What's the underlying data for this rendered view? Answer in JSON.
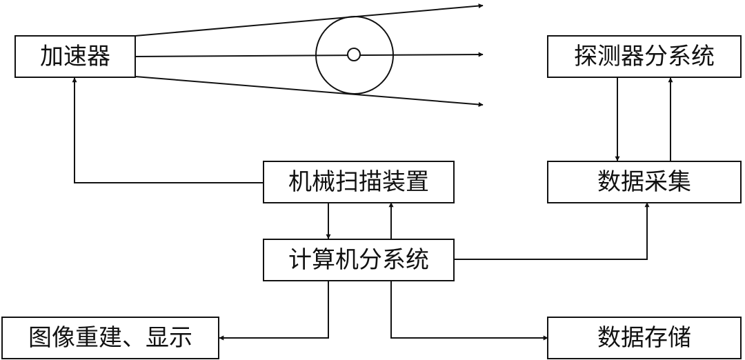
{
  "blocks": {
    "accelerator": "加速器",
    "detector_subsystem": "探测器分系统",
    "mechanical_scanner": "机械扫描装置",
    "data_acquisition": "数据采集",
    "computer_subsystem": "计算机分系统",
    "image_reconstruction_display": "图像重建、显示",
    "data_storage": "数据存储"
  }
}
